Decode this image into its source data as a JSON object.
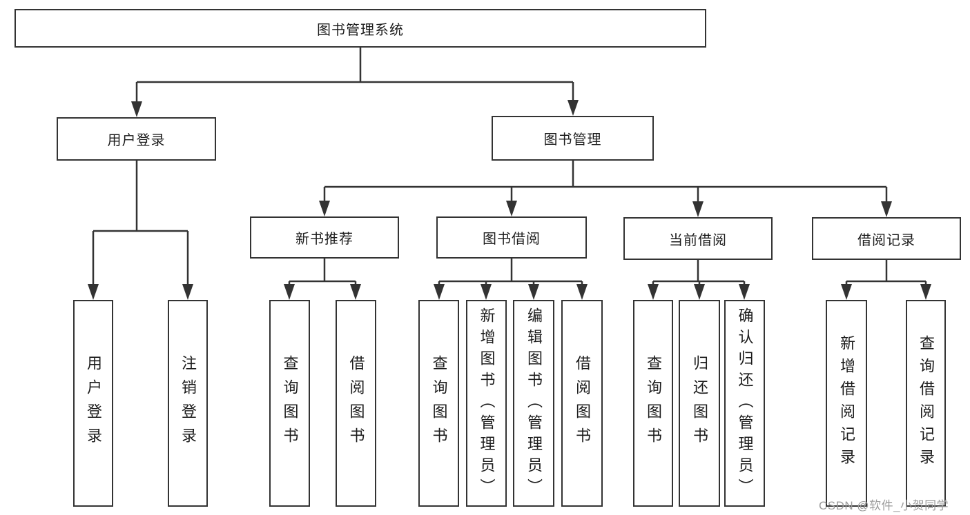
{
  "diagram": {
    "title": "图书管理系统",
    "watermark": "CSDN @软件_小贺同学",
    "colors": {
      "line": "#333333",
      "text": "#1c1c1c",
      "background": "#ffffff",
      "watermark": "#9b9b9b"
    },
    "nodes": {
      "root": {
        "label": "图书管理系统"
      },
      "user_login": {
        "label": "用户登录"
      },
      "book_mgmt": {
        "label": "图书管理"
      },
      "new_book": {
        "label": "新书推荐"
      },
      "book_borrow": {
        "label": "图书借阅"
      },
      "current_borrow": {
        "label": "当前借阅"
      },
      "borrow_record": {
        "label": "借阅记录"
      },
      "leaf_user_login": {
        "label": "用户登录"
      },
      "leaf_logout": {
        "label": "注销登录"
      },
      "leaf_nb_query": {
        "label": "查询图书"
      },
      "leaf_nb_borrow": {
        "label": "借阅图书"
      },
      "leaf_bb_query": {
        "label": "查询图书"
      },
      "leaf_bb_add": {
        "label": "新增图书（管理员）"
      },
      "leaf_bb_edit": {
        "label": "编辑图书（管理员）"
      },
      "leaf_bb_borrow": {
        "label": "借阅图书"
      },
      "leaf_cb_query": {
        "label": "查询图书"
      },
      "leaf_cb_return": {
        "label": "归还图书"
      },
      "leaf_cb_confirm": {
        "label": "确认归还（管理员）"
      },
      "leaf_br_add": {
        "label": "新增借阅记录"
      },
      "leaf_br_query": {
        "label": "查询借阅记录"
      }
    },
    "tree": {
      "root": [
        "user_login",
        "book_mgmt"
      ],
      "user_login": [
        "leaf_user_login",
        "leaf_logout"
      ],
      "book_mgmt": [
        "new_book",
        "book_borrow",
        "current_borrow",
        "borrow_record"
      ],
      "new_book": [
        "leaf_nb_query",
        "leaf_nb_borrow"
      ],
      "book_borrow": [
        "leaf_bb_query",
        "leaf_bb_add",
        "leaf_bb_edit",
        "leaf_bb_borrow"
      ],
      "current_borrow": [
        "leaf_cb_query",
        "leaf_cb_return",
        "leaf_cb_confirm"
      ],
      "borrow_record": [
        "leaf_br_add",
        "leaf_br_query"
      ]
    }
  }
}
